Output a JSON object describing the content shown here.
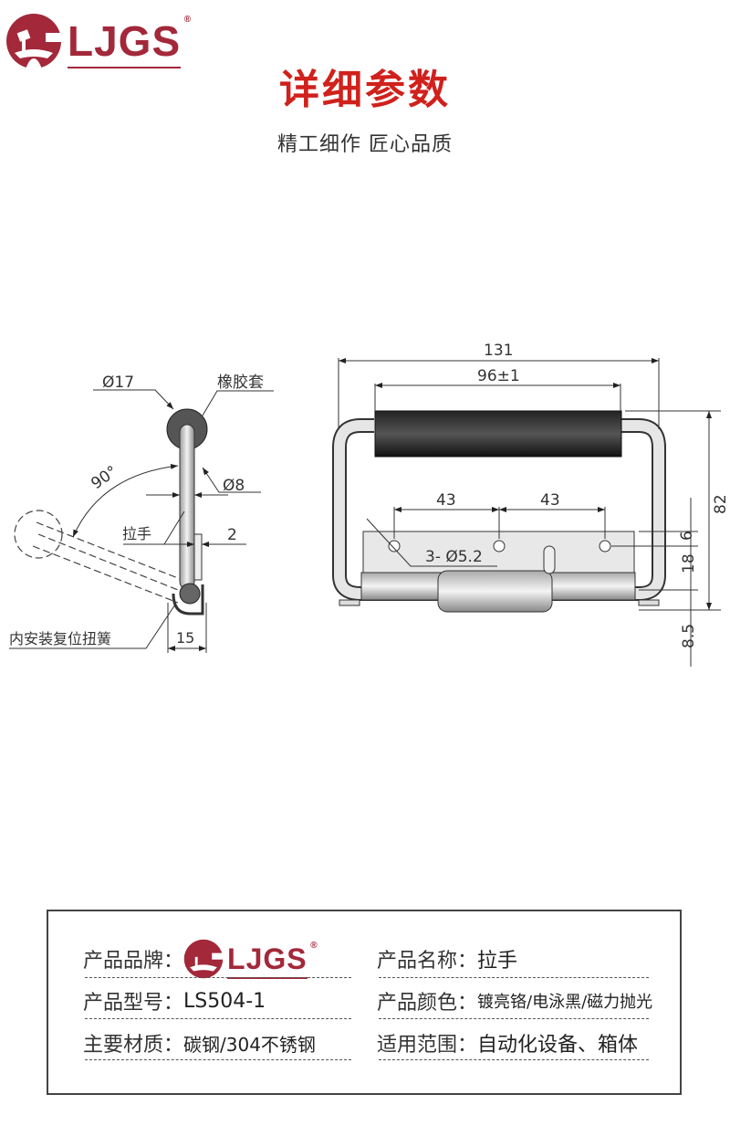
{
  "brand": {
    "logo_text": "LJGS",
    "registered": "®"
  },
  "header": {
    "title": "详细参数",
    "subtitle": "精工细作 匠心品质"
  },
  "side_view": {
    "dia_outer": "Ø17",
    "rubber_sleeve": "橡胶套",
    "dia_inner": "Ø8",
    "angle": "90°",
    "handle": "拉手",
    "thickness": "2",
    "width": "15",
    "spring": "内安装复位扭簧"
  },
  "front_view": {
    "overall_width": "131",
    "grip_length": "96±1",
    "hole_spacing_left": "43",
    "hole_spacing_right": "43",
    "holes": "3- Ø5.2",
    "height": "82",
    "dim_6": "6",
    "dim_18": "18",
    "dim_8_5": "8.5"
  },
  "specs": [
    {
      "label": "产品品牌：",
      "value": "LJGS",
      "is_logo": true
    },
    {
      "label": "产品名称：",
      "value": "拉手"
    },
    {
      "label": "产品型号：",
      "value": "LS504-1"
    },
    {
      "label": "产品颜色：",
      "value": "镀亮铬/电泳黑/磁力抛光"
    },
    {
      "label": "主要材质：",
      "value": "碳钢/304不锈钢"
    },
    {
      "label": "适用范围：",
      "value": "自动化设备、箱体"
    }
  ],
  "colors": {
    "brand": "#a3283a",
    "title": "#d0211c"
  }
}
